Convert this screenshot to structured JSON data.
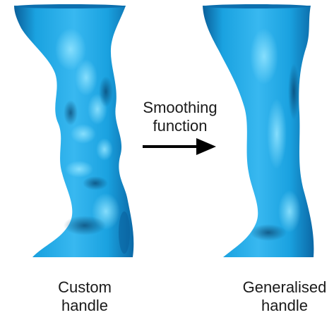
{
  "step": {
    "label_line1": "Smoothing",
    "label_line2": "function"
  },
  "left": {
    "caption_line1": "Custom",
    "caption_line2": "handle"
  },
  "right": {
    "caption_line1": "Generalised",
    "caption_line2": "handle"
  },
  "colors": {
    "handle_base": "#1aa2e0",
    "handle_light": "#5fd0ff",
    "handle_dark": "#0a5f9a",
    "arrow": "#000000",
    "text": "#1a1a1a"
  },
  "icons": {
    "arrow": "right-arrow-icon"
  }
}
